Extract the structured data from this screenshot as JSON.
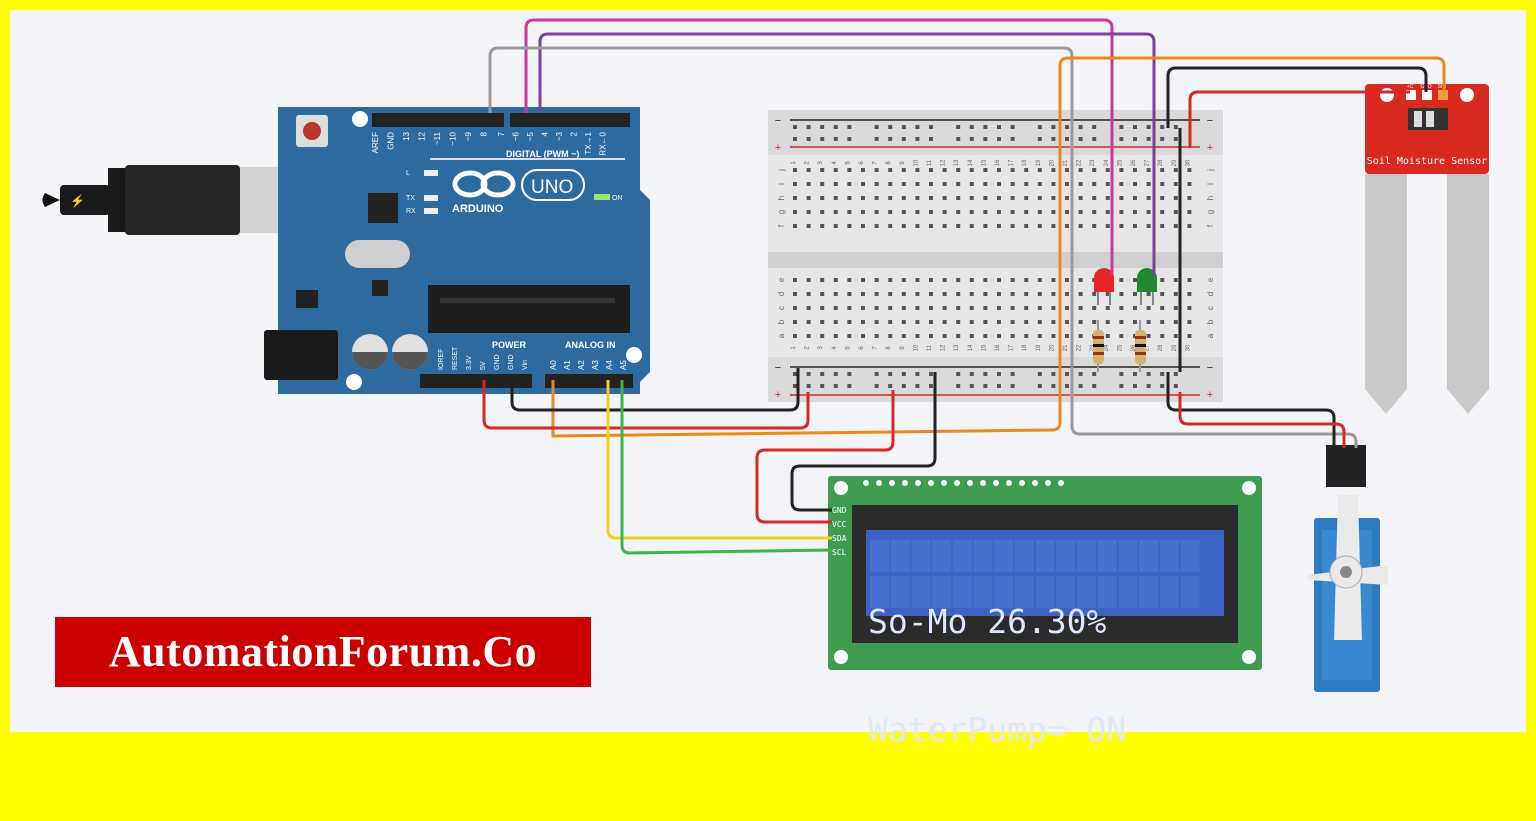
{
  "arduino": {
    "brand": "ARDUINO",
    "model": "UNO",
    "digital_header": "DIGITAL (PWM ~)",
    "power_header": "POWER",
    "analog_header": "ANALOG IN",
    "on_label": "ON",
    "led_labels": [
      "L",
      "TX",
      "RX"
    ],
    "digital_pins": [
      "AREF",
      "GND",
      "13",
      "12",
      "~11",
      "~10",
      "~9",
      "8",
      "7",
      "~6",
      "~5",
      "4",
      "~3",
      "2",
      "TX→1",
      "RX←0"
    ],
    "power_pins": [
      "IOREF",
      "RESET",
      "3.3V",
      "5V",
      "GND",
      "GND",
      "Vin"
    ],
    "analog_pins": [
      "A0",
      "A1",
      "A2",
      "A3",
      "A4",
      "A5"
    ]
  },
  "breadboard": {
    "rail_minus": "−",
    "rail_plus": "+",
    "row_letters_top": [
      "f",
      "g",
      "h",
      "i",
      "j"
    ],
    "row_letters_bottom": [
      "a",
      "b",
      "c",
      "d",
      "e"
    ],
    "columns": 30
  },
  "sensor": {
    "label": "Soil Moisture Sensor",
    "pins": [
      "+C",
      "GND",
      "SIG"
    ]
  },
  "lcd": {
    "pins": [
      "GND",
      "VCC",
      "SDA",
      "SCL"
    ],
    "line1": "So-Mo 26.30%",
    "line2": "WaterPump= ON"
  },
  "leds": [
    {
      "color": "#e8232a"
    },
    {
      "color": "#1e8a2e"
    }
  ],
  "wire_colors": {
    "pink": "#c9389a",
    "purple": "#7b3fa0",
    "gray": "#9a9a9a",
    "orange": "#e88a1a",
    "black": "#222222",
    "red": "#d62828",
    "yellow": "#f0d020",
    "green": "#3bb54a"
  },
  "banner": {
    "text": "AutomationForum.Co"
  },
  "colors": {
    "frame": "#ffff00",
    "background": "#f3f4f7",
    "arduino_board": "#2c6aa0",
    "lcd_board": "#3e9b4f",
    "lcd_screen": "#3c63c4",
    "banner": "#cc0000"
  }
}
